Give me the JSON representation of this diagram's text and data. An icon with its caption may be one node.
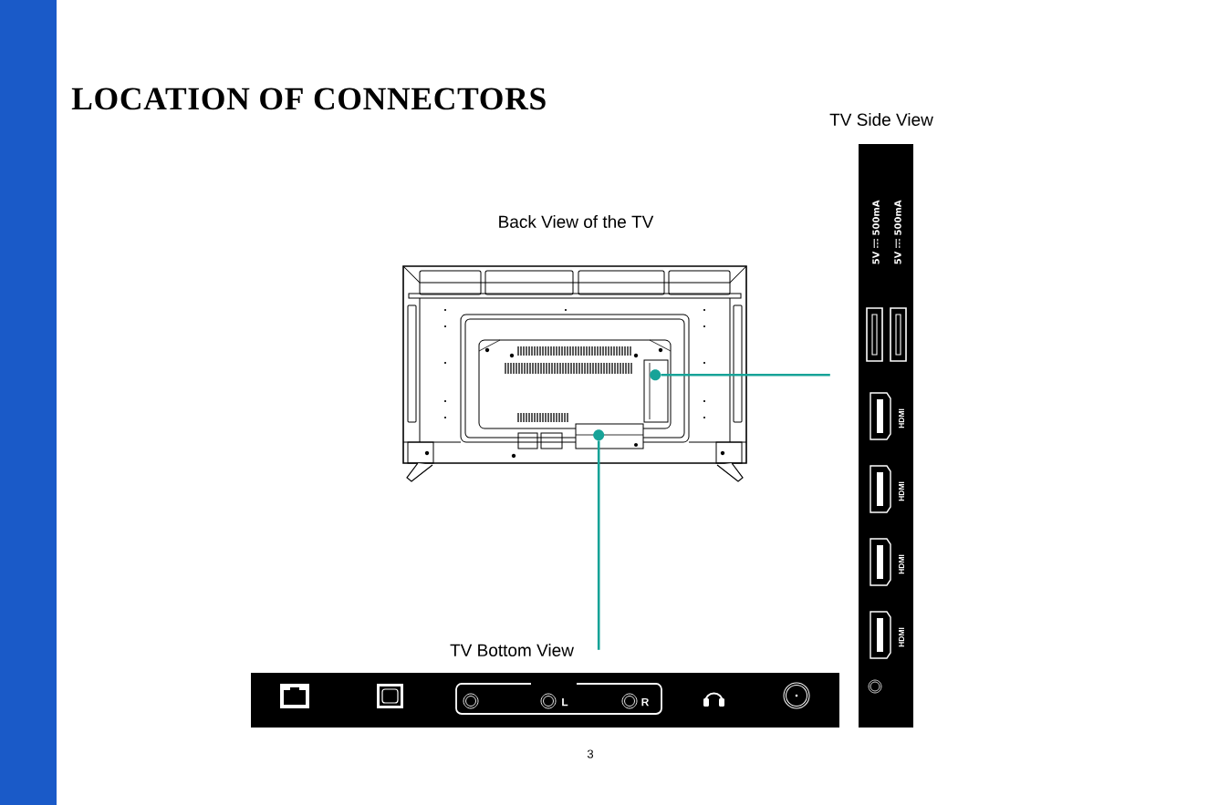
{
  "diagram": {
    "title": "LOCATION OF CONNECTORS",
    "nodes": [
      {
        "text": [],
        "shape": "bar"
      },
      {
        "text": [
          "Back View of the TV"
        ]
      },
      {
        "text": [],
        "shape": "circle",
        "in": 1
      },
      {
        "text": [],
        "shape": "circle",
        "in": 1
      },
      {
        "text": [
          "TV Side View",
          "5V",
          "500mA",
          "5V",
          "500mA",
          "HDMI",
          "HDMI",
          "HDMI",
          "HDMI"
        ]
      },
      {
        "text": [
          "TV Bottom View",
          "L",
          "R"
        ]
      }
    ],
    "edges": [
      {
        "from": 4,
        "to": 2,
        "arrow": "none"
      },
      {
        "from": 5,
        "to": 3,
        "arrow": "none"
      }
    ],
    "labels": [
      "3"
    ]
  }
}
